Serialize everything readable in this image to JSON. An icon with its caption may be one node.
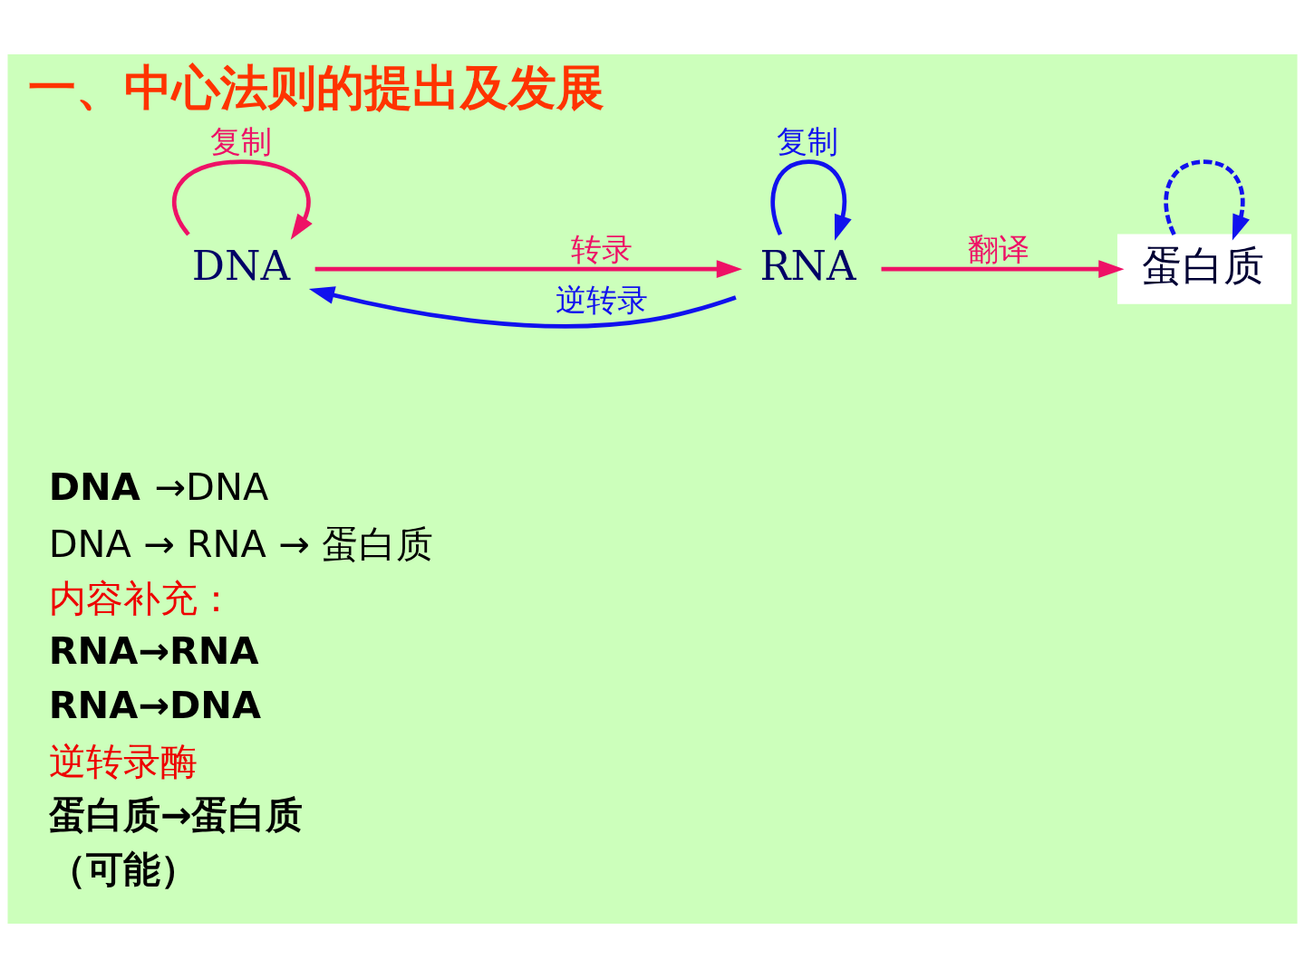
{
  "diagram": {
    "title": "一、中心法则的提出及发展",
    "nodes": [
      {
        "text": [
          "DNA"
        ]
      },
      {
        "text": [
          "RNA"
        ]
      },
      {
        "text": [
          "蛋白质"
        ]
      }
    ],
    "edges": [
      {
        "from": 0,
        "to": 0,
        "label": "复制",
        "arrow": "to",
        "color": "#ee1166"
      },
      {
        "from": 0,
        "to": 1,
        "label": "转录",
        "arrow": "to",
        "color": "#ee1166"
      },
      {
        "from": 1,
        "to": 0,
        "label": "逆转录",
        "arrow": "to",
        "color": "#1111ee"
      },
      {
        "from": 1,
        "to": 1,
        "label": "复制",
        "arrow": "to",
        "color": "#1111ee"
      },
      {
        "from": 1,
        "to": 2,
        "label": "翻译",
        "arrow": "to",
        "color": "#ee1166"
      },
      {
        "from": 2,
        "to": 2,
        "arrow": "to",
        "style": "dashed",
        "color": "#1111ee"
      }
    ],
    "labels": [
      "**DNA** →DNA",
      "DNA → RNA → 蛋白质",
      "内容补充：",
      "RNA→RNA",
      "RNA→DNA",
      "逆转录酶",
      "蛋白质→蛋白质",
      "（可能）"
    ]
  }
}
